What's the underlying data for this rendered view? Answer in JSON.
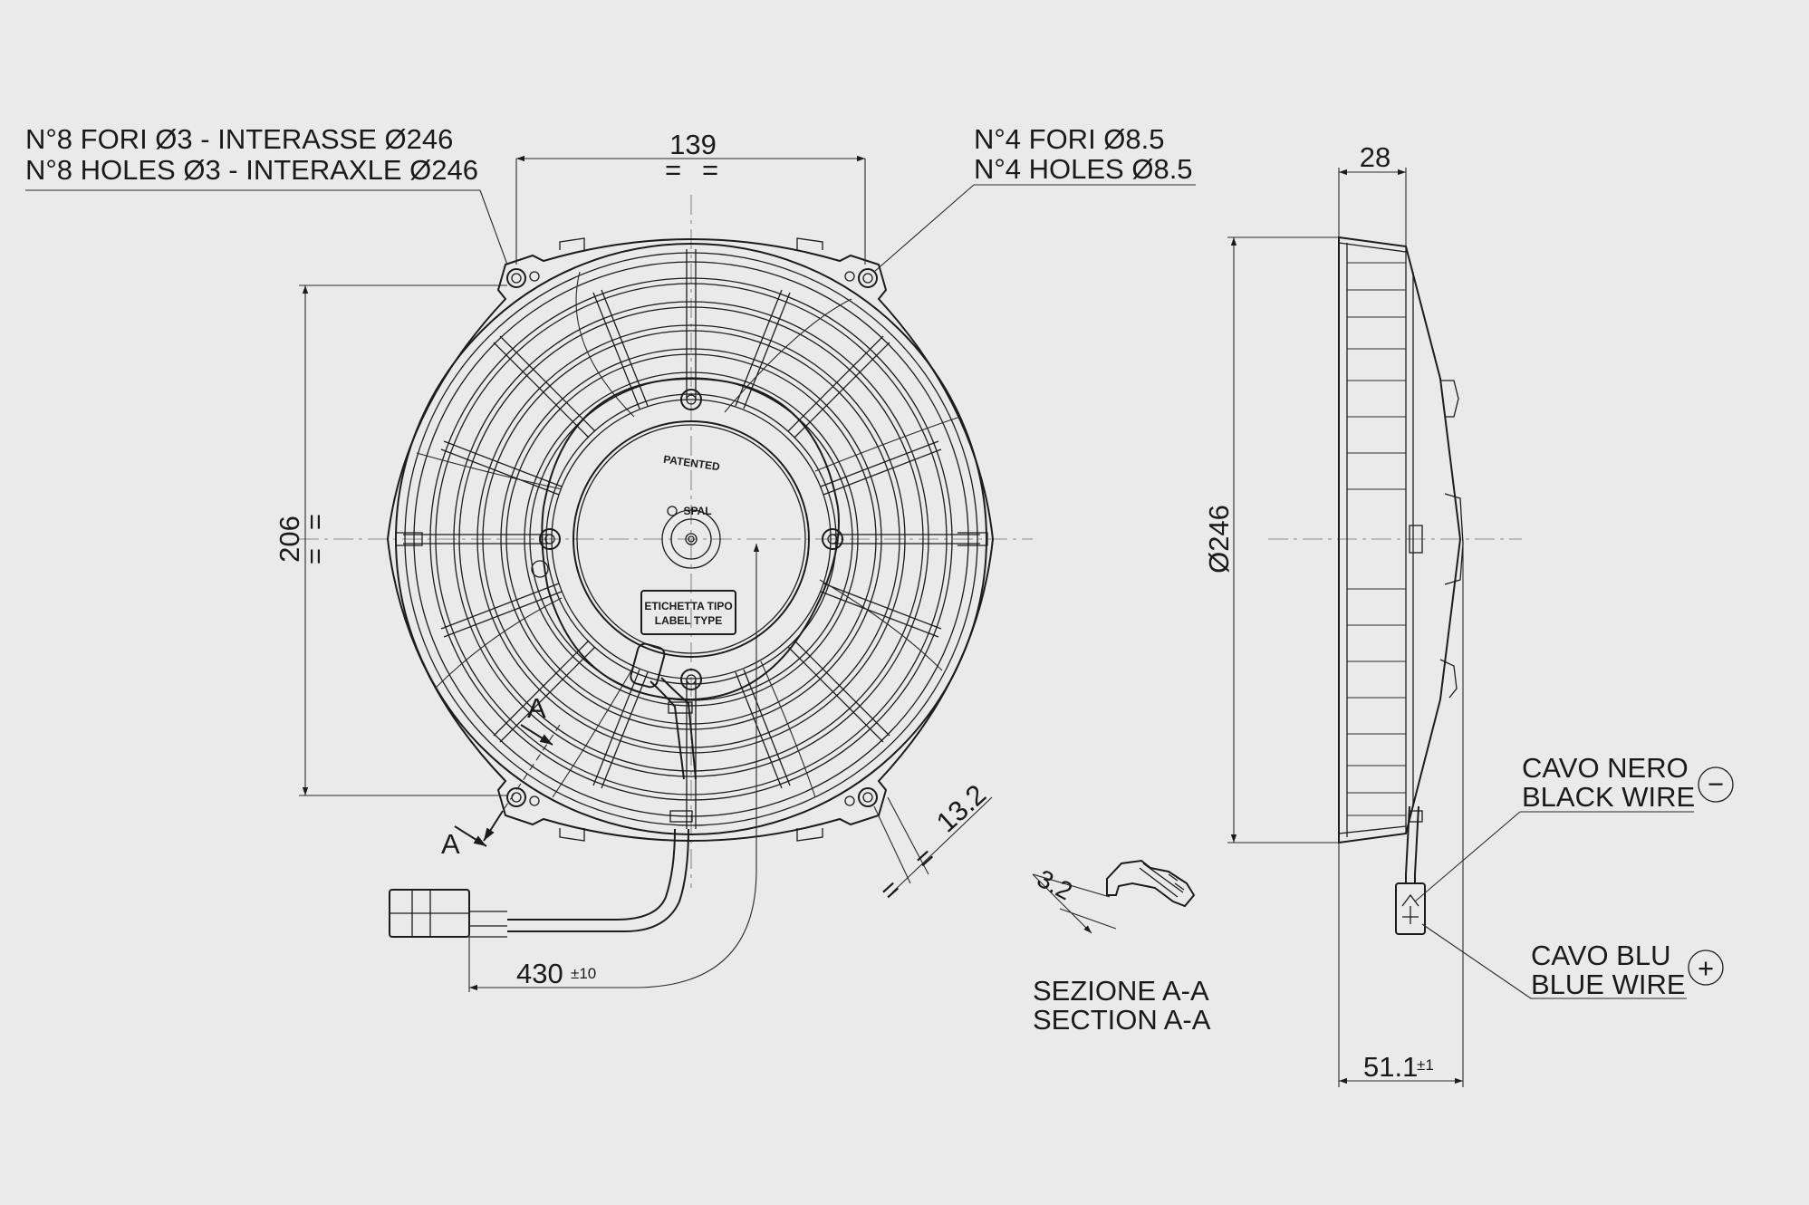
{
  "notes": {
    "holes_small_it": "N°8 FORI Ø3 - INTERASSE Ø246",
    "holes_small_en": "N°8 HOLES Ø3 - INTERAXLE Ø246",
    "holes_large_it": "N°4 FORI Ø8.5",
    "holes_large_en": "N°4 HOLES Ø8.5",
    "black_wire_it": "CAVO NERO",
    "black_wire_en": "BLACK WIRE",
    "blue_wire_it": "CAVO BLU",
    "blue_wire_en": "BLUE WIRE",
    "section_it": "SEZIONE A-A",
    "section_en": "SECTION A-A"
  },
  "dimensions": {
    "mount_spacing_h": "139",
    "mount_spacing_v": "206",
    "equal_mark": "=",
    "depth_frame": "28",
    "diameter": "Ø246",
    "depth_total": "51.1",
    "depth_total_tol": "±1",
    "cable_length": "430",
    "cable_length_tol": "±10",
    "offset": "13.2",
    "section_thickness": "3.2"
  },
  "markers": {
    "section_a": "A",
    "negative": "−",
    "positive": "+"
  },
  "part_labels": {
    "patented": "PATENTED",
    "brand": "SPAL",
    "label_it": "ETICHETTA TIPO",
    "label_en": "LABEL TYPE"
  }
}
